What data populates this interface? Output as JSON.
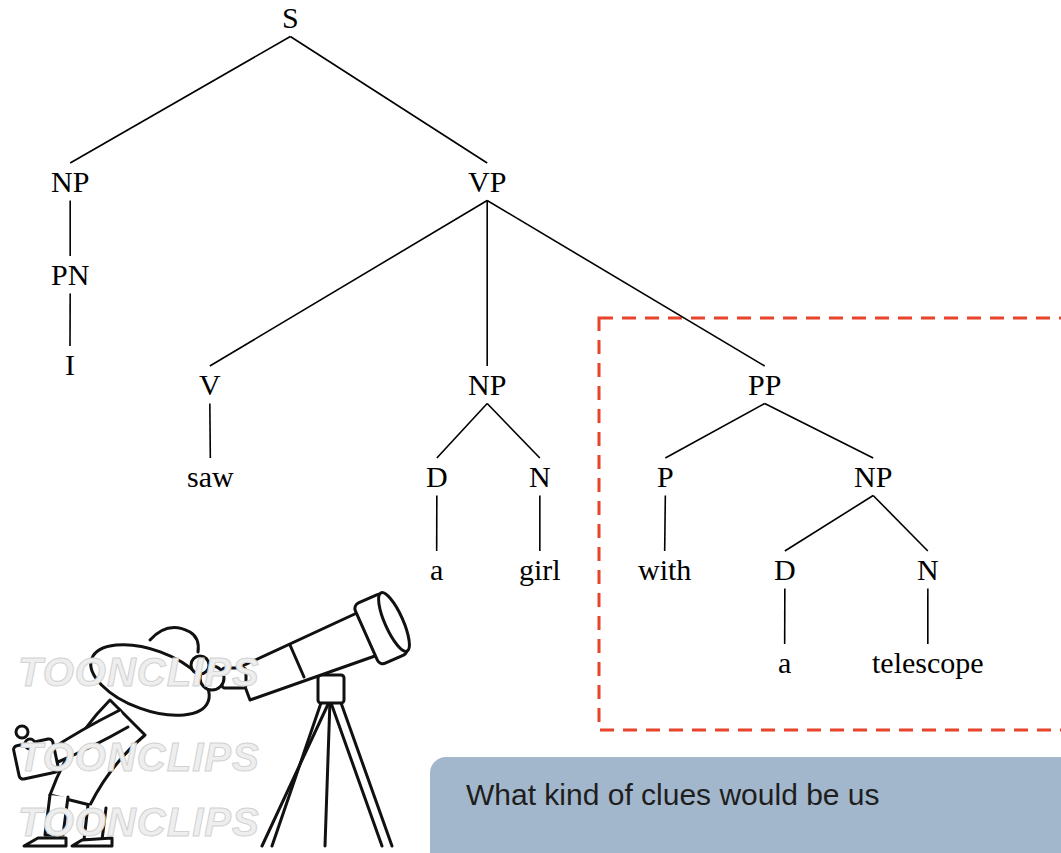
{
  "diagram": {
    "nodes": [
      {
        "text": [
          "S"
        ]
      },
      {
        "text": [
          "NP"
        ]
      },
      {
        "text": [
          "VP"
        ]
      },
      {
        "text": [
          "PN"
        ]
      },
      {
        "text": [
          "I"
        ]
      },
      {
        "text": [
          "V"
        ]
      },
      {
        "text": [
          "NP"
        ]
      },
      {
        "text": [
          "PP"
        ]
      },
      {
        "text": [
          "saw"
        ]
      },
      {
        "text": [
          "D"
        ]
      },
      {
        "text": [
          "N"
        ]
      },
      {
        "text": [
          "P"
        ]
      },
      {
        "text": [
          "NP"
        ]
      },
      {
        "text": [
          "a"
        ]
      },
      {
        "text": [
          "girl"
        ]
      },
      {
        "text": [
          "with"
        ]
      },
      {
        "text": [
          "D"
        ]
      },
      {
        "text": [
          "N"
        ]
      },
      {
        "text": [
          "a"
        ]
      },
      {
        "text": [
          "telescope"
        ]
      },
      {
        "text": [
          "What kind of clues would be us"
        ]
      }
    ],
    "edges": [
      {
        "from": 0,
        "to": 1,
        "arrow": "none"
      },
      {
        "from": 0,
        "to": 2,
        "arrow": "none"
      },
      {
        "from": 1,
        "to": 3,
        "arrow": "none"
      },
      {
        "from": 3,
        "to": 4,
        "arrow": "none"
      },
      {
        "from": 2,
        "to": 5,
        "arrow": "none"
      },
      {
        "from": 2,
        "to": 6,
        "arrow": "none"
      },
      {
        "from": 2,
        "to": 7,
        "arrow": "none"
      },
      {
        "from": 5,
        "to": 8,
        "arrow": "none"
      },
      {
        "from": 6,
        "to": 9,
        "arrow": "none"
      },
      {
        "from": 6,
        "to": 10,
        "arrow": "none"
      },
      {
        "from": 7,
        "to": 11,
        "arrow": "none"
      },
      {
        "from": 7,
        "to": 12,
        "arrow": "none"
      },
      {
        "from": 9,
        "to": 13,
        "arrow": "none"
      },
      {
        "from": 10,
        "to": 14,
        "arrow": "none"
      },
      {
        "from": 11,
        "to": 15,
        "arrow": "none"
      },
      {
        "from": 12,
        "to": 16,
        "arrow": "none"
      },
      {
        "from": 12,
        "to": 17,
        "arrow": "none"
      },
      {
        "from": 16,
        "to": 18,
        "arrow": "none"
      },
      {
        "from": 17,
        "to": 19,
        "arrow": "none"
      }
    ],
    "labels": [
      "TOONCLIPS",
      "TOONCLIPS",
      "TOONCLIPS"
    ]
  }
}
